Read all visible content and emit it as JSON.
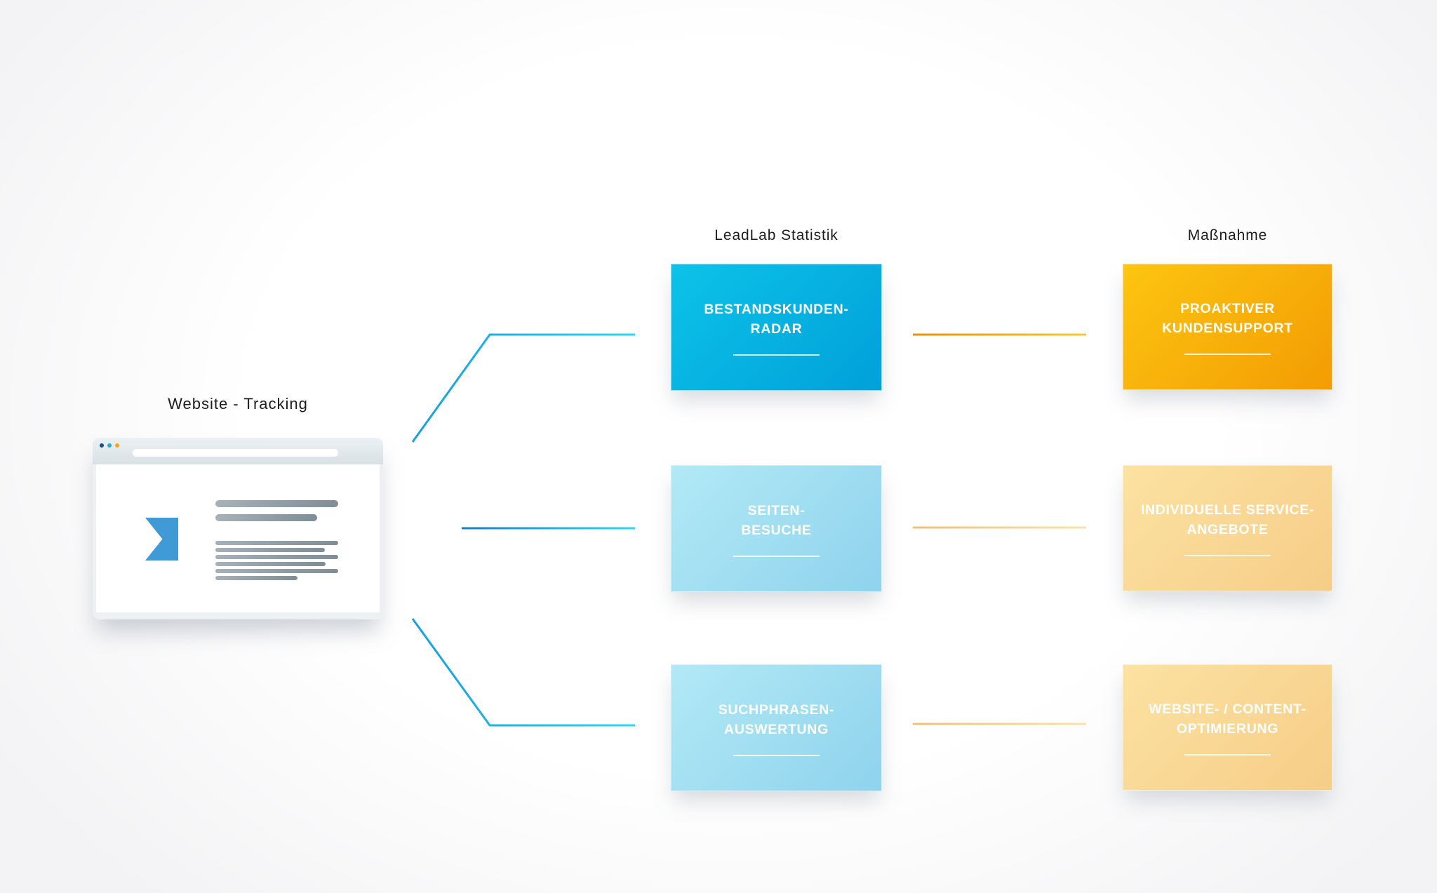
{
  "source": {
    "label": "Website - Tracking"
  },
  "columns": {
    "statistik": {
      "header": "LeadLab Statistik",
      "boxes": [
        {
          "label": "BESTANDSKUNDEN-\nRADAR"
        },
        {
          "label": "SEITEN-\nBESUCHE"
        },
        {
          "label": "SUCHPHRASEN-\nAUSWERTUNG"
        }
      ]
    },
    "massnahme": {
      "header": "Maßnahme",
      "boxes": [
        {
          "label": "PROAKTIVER\nKUNDENSUPPORT"
        },
        {
          "label": "INDIVIDUELLE SERVICE-\nANGEBOTE"
        },
        {
          "label": "WEBSITE- / CONTENT-\nOPTIMIERUNG"
        }
      ]
    }
  },
  "colors": {
    "primary_blue_gradient": [
      "#0cc3e8",
      "#01a0da"
    ],
    "light_blue_gradient": [
      "#b2e9f6",
      "#8fd3ed"
    ],
    "orange_gradient": [
      "#fdc511",
      "#f39c03"
    ],
    "light_orange_gradient": [
      "#fce2a2",
      "#f6cd87"
    ],
    "blue_connector_gradient": [
      "#1480c5",
      "#2bd9f3"
    ],
    "orange_connector_gradient": [
      "#e69307",
      "#f9c833"
    ],
    "light_orange_connector_gradient": [
      "#efc075",
      "#fbe3a8"
    ],
    "logo_blue": "#3f9ad5",
    "window_dot_colors": [
      "#15537e",
      "#2ba7e0",
      "#f7a80d"
    ]
  }
}
